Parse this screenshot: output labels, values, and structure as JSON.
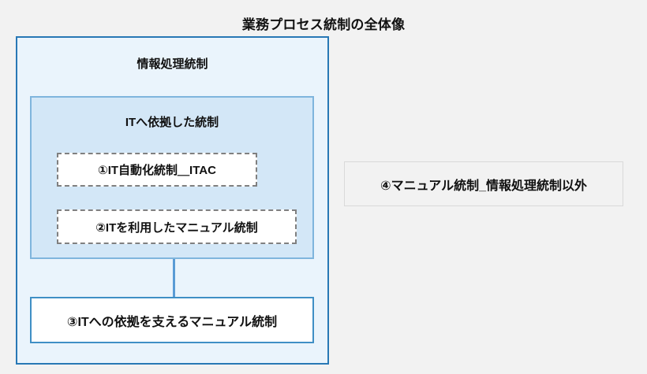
{
  "page": {
    "title": "業務プロセス統制の全体像",
    "background_color": "#f2f2f2"
  },
  "diagram": {
    "outer_container": {
      "label": "情報処理統制",
      "fill_color": "#eaf4fc",
      "border_color": "#2878b5"
    },
    "inner_container": {
      "label": "ITへ依拠した統制",
      "fill_color": "#d3e7f7",
      "border_color": "#7fb5dd"
    },
    "nodes": [
      {
        "id": "itac",
        "label": "①IT自動化統制＿ITAC",
        "style": "dashed",
        "fill_color": "#ffffff",
        "border_color": "#808080"
      },
      {
        "id": "it-manual",
        "label": "②ITを利用したマニュアル統制",
        "style": "dashed",
        "fill_color": "#ffffff",
        "border_color": "#808080"
      },
      {
        "id": "support-manual",
        "label": "③ITへの依拠を支えるマニュアル統制",
        "style": "solid",
        "fill_color": "#ffffff",
        "border_color": "#3f8fc5"
      },
      {
        "id": "outside-manual",
        "label": "④マニュアル統制_情報処理統制以外",
        "style": "solid",
        "fill_color": "#f2f2f2",
        "border_color": "#d9d9d9"
      }
    ],
    "connector": {
      "color": "#5a9bd5"
    }
  }
}
